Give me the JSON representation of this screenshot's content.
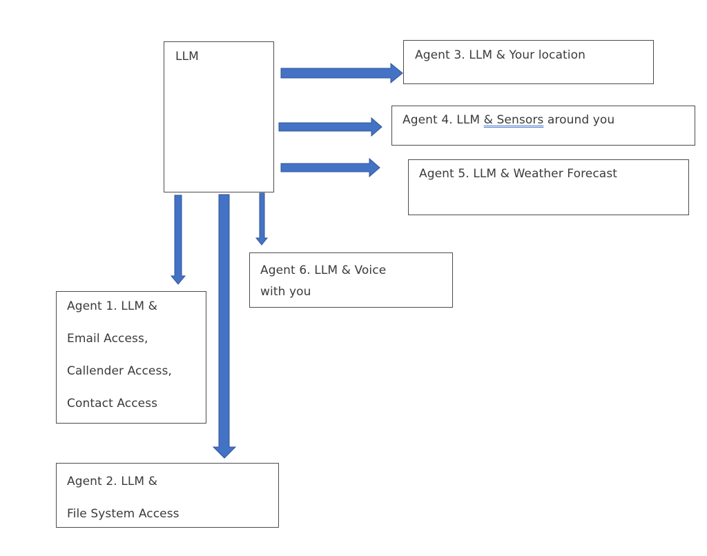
{
  "diagram": {
    "title": "LLM agents diagram",
    "accent_color": "#4472c4",
    "nodes": {
      "llm": {
        "label": "LLM"
      },
      "agent1": {
        "lines": [
          "Agent 1.  LLM &",
          "Email Access,",
          "Callender Access,",
          "Contact Access"
        ]
      },
      "agent2": {
        "lines": [
          "Agent 2. LLM &",
          "File System Access"
        ]
      },
      "agent3": {
        "label": "Agent 3. LLM & Your location"
      },
      "agent4": {
        "prefix": "Agent 4. LLM ",
        "underlined": "&  Sensors",
        "suffix": " around you"
      },
      "agent5": {
        "label": "Agent 5. LLM & Weather Forecast"
      },
      "agent6": {
        "lines": [
          "Agent 6. LLM & Voice",
          "with you"
        ]
      }
    },
    "edges": [
      {
        "from": "llm",
        "to": "agent1"
      },
      {
        "from": "llm",
        "to": "agent2"
      },
      {
        "from": "llm",
        "to": "agent3"
      },
      {
        "from": "llm",
        "to": "agent4"
      },
      {
        "from": "llm",
        "to": "agent5"
      },
      {
        "from": "llm",
        "to": "agent6"
      }
    ]
  }
}
